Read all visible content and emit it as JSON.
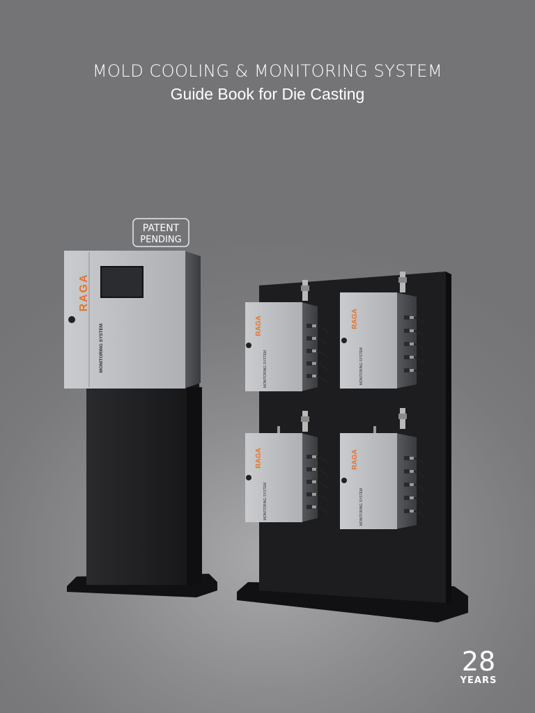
{
  "cover": {
    "title": "MOLD COOLING & MONITORING SYSTEM",
    "subtitle": "Guide Book for Die Casting"
  },
  "badge": {
    "line1": "PATENT",
    "line2": "PENDING"
  },
  "product": {
    "brand": "RAGA",
    "label": "MONITORING SYSTEM"
  },
  "anniversary": {
    "number": "28",
    "unit": "YEARS"
  },
  "colors": {
    "background": "#7a7a7c",
    "brand_orange": "#e8732c",
    "cabinet_grey": "#b9bbbe",
    "stand_black": "#1c1c1e"
  }
}
